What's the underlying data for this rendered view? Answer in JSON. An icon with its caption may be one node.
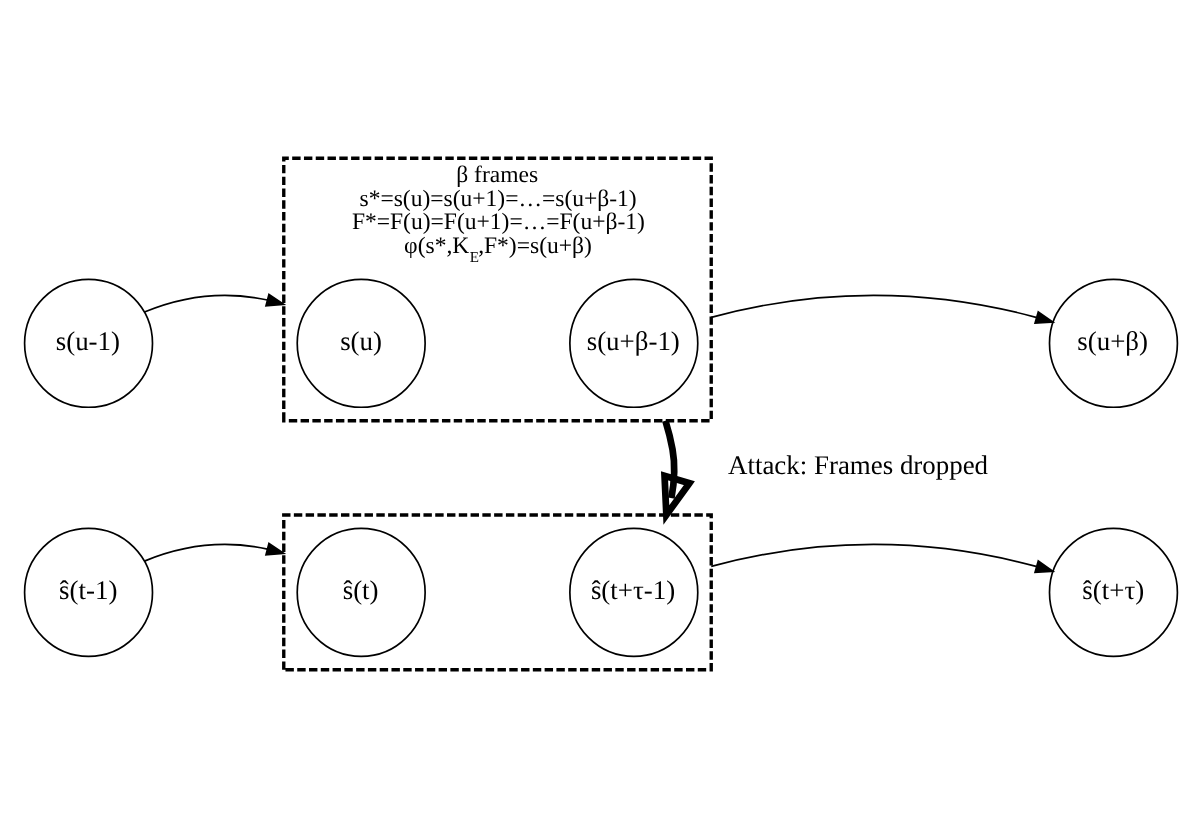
{
  "diagram": {
    "nodes": [
      {
        "text": [
          "s(u-1)"
        ]
      },
      {
        "text": [
          "β frames",
          "s*=s(u)=s(u+1)=…=s(u+β-1)",
          "F*=F(u)=F(u+1)=…=F(u+β-1)",
          "φ(s*,K$_{E}$,F*)=s(u+β)"
        ]
      },
      {
        "text": [
          "s(u)"
        ],
        "in": 1
      },
      {
        "text": [
          "s(u+β-1)"
        ],
        "in": 1
      },
      {
        "text": [
          "s(u+β)"
        ]
      },
      {
        "text": [
          "ŝ(t-1)"
        ]
      },
      {
        "text": [],
        "shape": "box"
      },
      {
        "text": [
          "ŝ(t)"
        ],
        "in": 6
      },
      {
        "text": [
          "ŝ(t+τ-1)"
        ],
        "in": 6
      },
      {
        "text": [
          "ŝ(t+τ)"
        ]
      }
    ],
    "edges": [
      {
        "from": 0,
        "to": 1,
        "arrow": "to"
      },
      {
        "from": 1,
        "to": 4,
        "arrow": "to"
      },
      {
        "from": 1,
        "to": 6,
        "arrow": "to",
        "label": "Attack: Frames dropped",
        "style": "thick"
      },
      {
        "from": 5,
        "to": 6,
        "arrow": "to"
      },
      {
        "from": 6,
        "to": 9,
        "arrow": "to"
      }
    ]
  }
}
